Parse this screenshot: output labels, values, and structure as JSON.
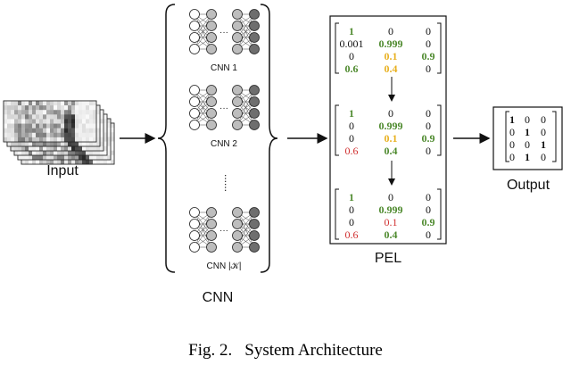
{
  "labels": {
    "input": "Input",
    "cnn": "CNN",
    "pel": "PEL",
    "output": "Output",
    "dots": "......",
    "ellipsis": "···"
  },
  "cnn_blocks": [
    "CNN 1",
    "CNN 2",
    "CNN |𝒦|"
  ],
  "pel_matrices": [
    {
      "rows": [
        [
          {
            "v": "1",
            "c": "green"
          },
          {
            "v": "0",
            "c": "black"
          },
          {
            "v": "0",
            "c": "black"
          }
        ],
        [
          {
            "v": "0.001",
            "c": "black"
          },
          {
            "v": "0.999",
            "c": "green"
          },
          {
            "v": "0",
            "c": "black"
          }
        ],
        [
          {
            "v": "0",
            "c": "black"
          },
          {
            "v": "0.1",
            "c": "orange"
          },
          {
            "v": "0.9",
            "c": "green"
          }
        ],
        [
          {
            "v": "0.6",
            "c": "green"
          },
          {
            "v": "0.4",
            "c": "orange"
          },
          {
            "v": "0",
            "c": "black"
          }
        ]
      ]
    },
    {
      "rows": [
        [
          {
            "v": "1",
            "c": "green"
          },
          {
            "v": "0",
            "c": "black"
          },
          {
            "v": "0",
            "c": "black"
          }
        ],
        [
          {
            "v": "0",
            "c": "black"
          },
          {
            "v": "0.999",
            "c": "green"
          },
          {
            "v": "0",
            "c": "black"
          }
        ],
        [
          {
            "v": "0",
            "c": "black"
          },
          {
            "v": "0.1",
            "c": "orange"
          },
          {
            "v": "0.9",
            "c": "green"
          }
        ],
        [
          {
            "v": "0.6",
            "c": "red"
          },
          {
            "v": "0.4",
            "c": "green"
          },
          {
            "v": "0",
            "c": "black"
          }
        ]
      ]
    },
    {
      "rows": [
        [
          {
            "v": "1",
            "c": "green"
          },
          {
            "v": "0",
            "c": "black"
          },
          {
            "v": "0",
            "c": "black"
          }
        ],
        [
          {
            "v": "0",
            "c": "black"
          },
          {
            "v": "0.999",
            "c": "green"
          },
          {
            "v": "0",
            "c": "black"
          }
        ],
        [
          {
            "v": "0",
            "c": "black"
          },
          {
            "v": "0.1",
            "c": "red"
          },
          {
            "v": "0.9",
            "c": "green"
          }
        ],
        [
          {
            "v": "0.6",
            "c": "red"
          },
          {
            "v": "0.4",
            "c": "green"
          },
          {
            "v": "0",
            "c": "black"
          }
        ]
      ]
    }
  ],
  "output_matrix": [
    [
      "1",
      "0",
      "0"
    ],
    [
      "0",
      "1",
      "0"
    ],
    [
      "0",
      "0",
      "1"
    ],
    [
      "0",
      "1",
      "0"
    ]
  ],
  "output_bold": [
    [
      0,
      0
    ],
    [
      1,
      1
    ],
    [
      2,
      2
    ],
    [
      3,
      1
    ]
  ],
  "caption": {
    "fig": "Fig. 2.",
    "title": "System Architecture"
  },
  "colors": {
    "green": "#4e8a2e",
    "orange": "#e8b020",
    "red": "#d03030",
    "black": "#111111",
    "node_light": "#ffffff",
    "node_mid": "#bdbdbd",
    "node_dark": "#6e6e6e"
  }
}
